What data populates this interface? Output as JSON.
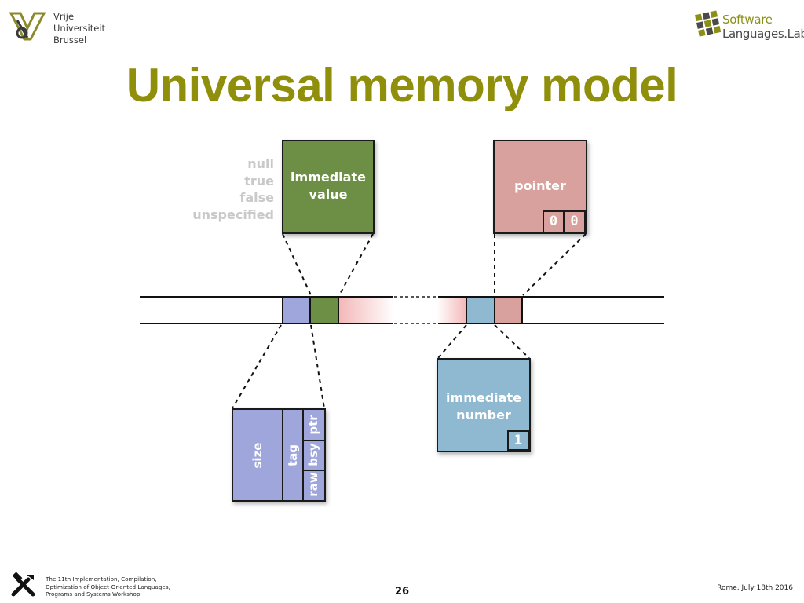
{
  "header": {
    "university_lines": [
      "Vrije",
      "Universiteit",
      "Brussel"
    ],
    "lab_name_line1": "Software",
    "lab_name_line2": "Languages.Lab"
  },
  "title": "Universal memory model",
  "immediate_values": [
    "null",
    "true",
    "false",
    "unspecified"
  ],
  "boxes": {
    "immediate_value": {
      "line1": "immediate",
      "line2": "value"
    },
    "pointer": {
      "label": "pointer",
      "bits": [
        "0",
        "0"
      ]
    },
    "immediate_number": {
      "line1": "immediate",
      "line2": "number",
      "bit": "1"
    },
    "header_word": {
      "size": "size",
      "tag": "tag",
      "flags": [
        "ptr",
        "bsy",
        "raw"
      ]
    }
  },
  "footer": {
    "conference_lines": [
      "The 11th Implementation, Compilation,",
      "Optimization of Object-Oriented Languages,",
      "Programs and Systems Workshop"
    ],
    "page_number": "26",
    "location_date": "Rome, July 18th 2016"
  },
  "colors": {
    "title": "#8f8f0b",
    "immediate_value": "#6d8e45",
    "pointer": "#d9a19d",
    "immediate_number": "#8fb8d1",
    "header_word": "#9ea6dc"
  }
}
